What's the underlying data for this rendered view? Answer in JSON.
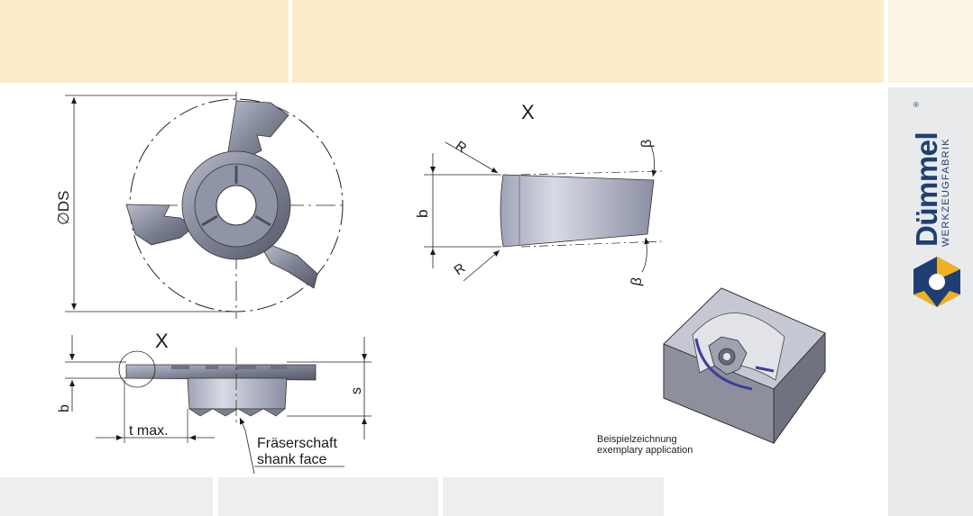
{
  "labels": {
    "ds": "∅DS",
    "x_top": "X",
    "x_side": "X",
    "b_detail": "b",
    "b_side": "b",
    "r_top": "R",
    "r_bottom": "R",
    "beta_top": "β",
    "beta_bottom": "β",
    "s": "s",
    "t_max": "t max.",
    "shank_de": "Fräserschaft",
    "shank_en": "shank face"
  },
  "caption": {
    "line1": "Beispielzeichnung",
    "line2": "exemplary application"
  },
  "brand": {
    "name": "Dümmel",
    "sub": "WERKZEUGFABRIK",
    "reg": "®"
  },
  "colors": {
    "header": "#fcecc7",
    "panel": "#e8eaec",
    "brand_blue": "#1f3f73",
    "brand_yellow": "#f0b020"
  }
}
